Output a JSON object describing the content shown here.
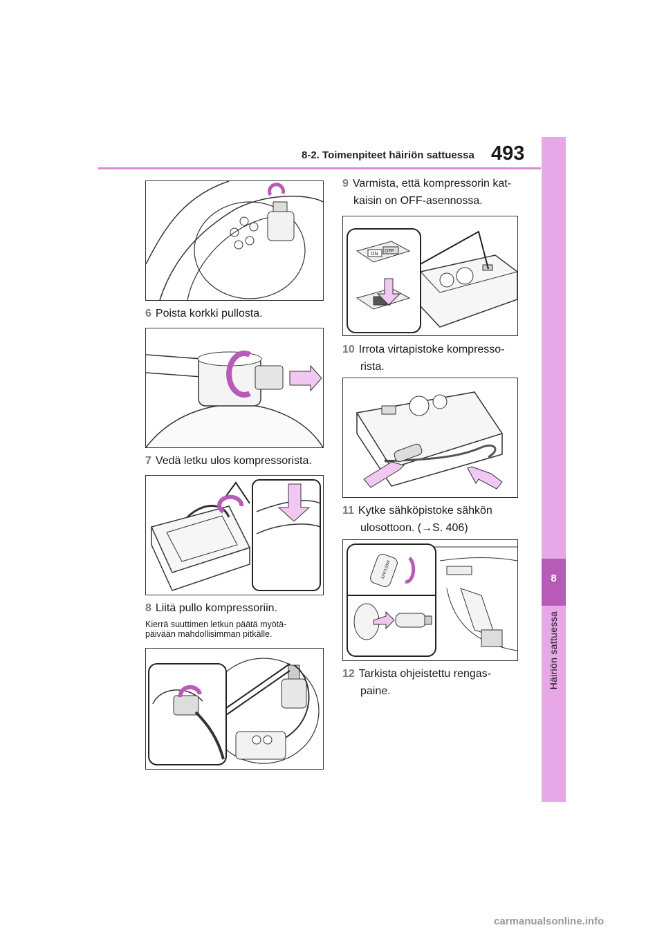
{
  "header": {
    "section_title": "8-2. Toimenpiteet häiriön sattuessa",
    "page_number": "493"
  },
  "side_tab": {
    "chapter_number": "8",
    "chapter_label": "Häiriön sattuessa"
  },
  "steps": {
    "s6": {
      "num": "6",
      "text": "Poista korkki pullosta."
    },
    "s7": {
      "num": "7",
      "text": "Vedä letku ulos kompressorista."
    },
    "s8": {
      "num": "8",
      "text": "Liitä pullo kompressoriin."
    },
    "s8_note_line1": "Kierrä suuttimen letkun päätä myötä-",
    "s8_note_line2": "päivään mahdollisimman pitkälle.",
    "s9": {
      "num": "9",
      "line1": "Varmista, että kompressorin kat-",
      "line2": "kaisin on OFF-asennossa."
    },
    "s10": {
      "num": "10",
      "line1": "Irrota virtapistoke kompresso-",
      "line2": "rista."
    },
    "s11": {
      "num": "11",
      "line1": "Kytke sähköpistoke sähkön",
      "line2": "ulosottoon. (→S. 406)"
    },
    "s12": {
      "num": "12",
      "line1": "Tarkista ohjeistettu rengas-",
      "line2": "paine."
    }
  },
  "illustration_labels": {
    "switch_on": "ON",
    "switch_off": "OFF",
    "socket_label": "12V/120W"
  },
  "colors": {
    "accent_pink": "#d98ad9",
    "tab_light": "#e6a8e6",
    "tab_dark": "#b85ab8",
    "arrow_fill": "#e8a0e8"
  },
  "watermark": "carmanualsonline.info"
}
